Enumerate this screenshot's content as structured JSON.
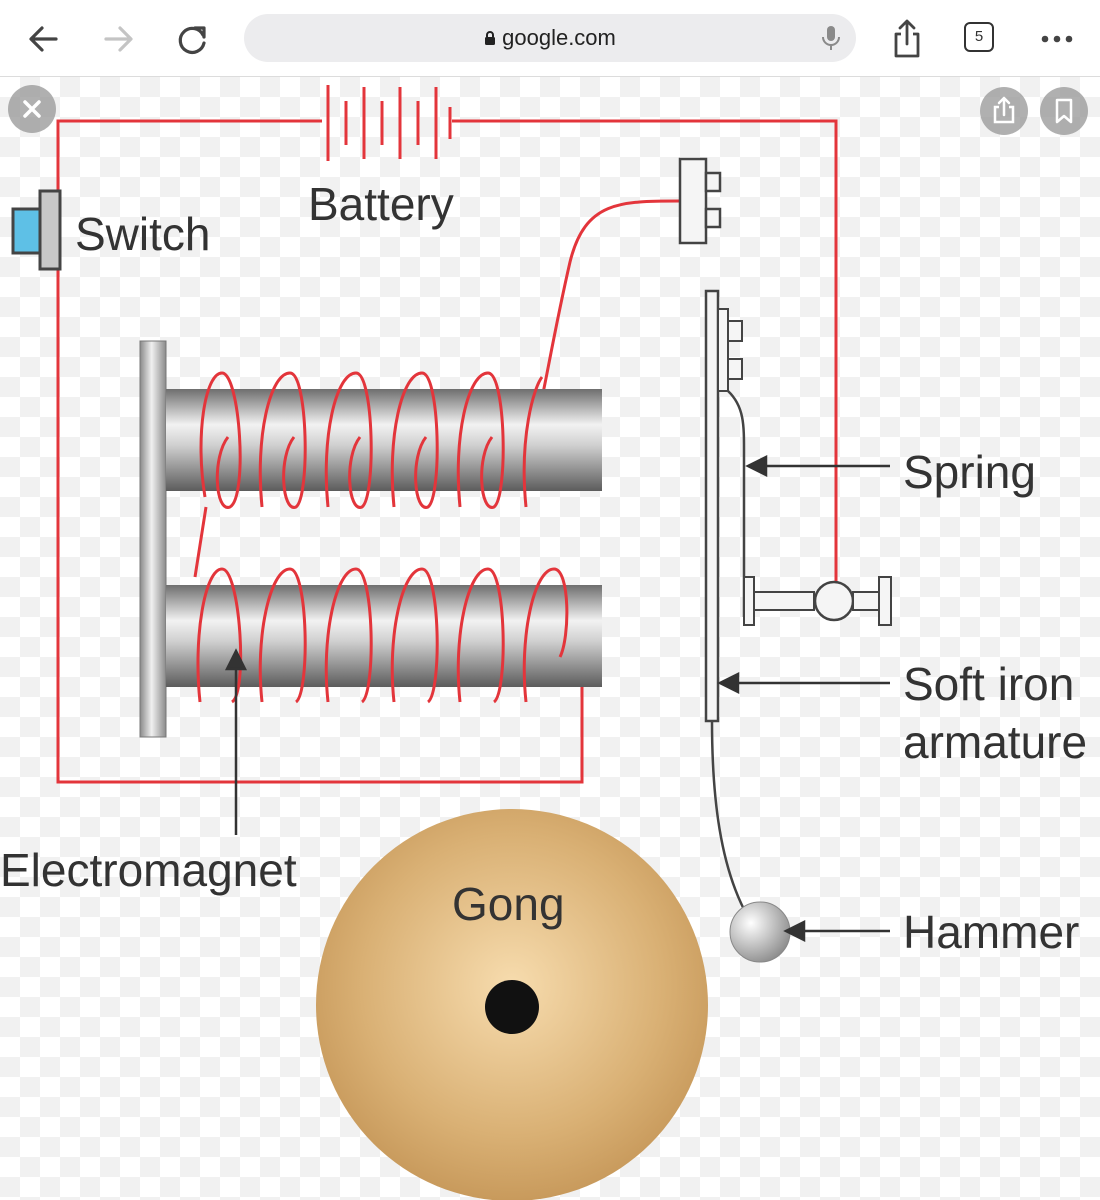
{
  "browser": {
    "url": "google.com",
    "tab_count": "5"
  },
  "diagram_labels": {
    "battery": "Battery",
    "switch": "Switch",
    "spring": "Spring",
    "soft_iron_line1": "Soft iron",
    "soft_iron_line2": "armature",
    "electromagnet": "Electromagnet",
    "gong": "Gong",
    "hammer": "Hammer"
  },
  "colors": {
    "wire": "#e3353b",
    "label_text": "#333333",
    "gong": "#d4aa70"
  }
}
